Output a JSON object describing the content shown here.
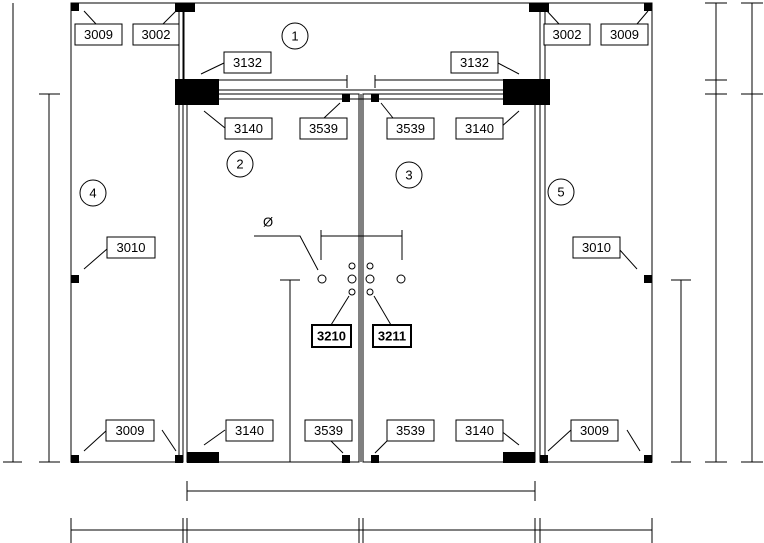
{
  "panels": {
    "top_panel": "1",
    "left_door": "2",
    "right_door": "3",
    "left_side": "4",
    "right_side": "5"
  },
  "diameter_symbol": "Ø",
  "labels": {
    "side_top_left": "3009",
    "hinge_top_left": "3002",
    "hinge_top_right": "3002",
    "side_top_right": "3009",
    "transom_left": "3132",
    "transom_right": "3132",
    "door_top_left": "3140",
    "door_top_right": "3140",
    "lock_top_left": "3539",
    "lock_top_right": "3539",
    "side_mid_left": "3010",
    "side_mid_right": "3010",
    "handle_left": "3210",
    "handle_right": "3211",
    "side_bottom_left": "3009",
    "side_bottom_right": "3009",
    "door_bottom_left": "3140",
    "door_bottom_right": "3140",
    "lock_bottom_left": "3539",
    "lock_bottom_right": "3539"
  }
}
